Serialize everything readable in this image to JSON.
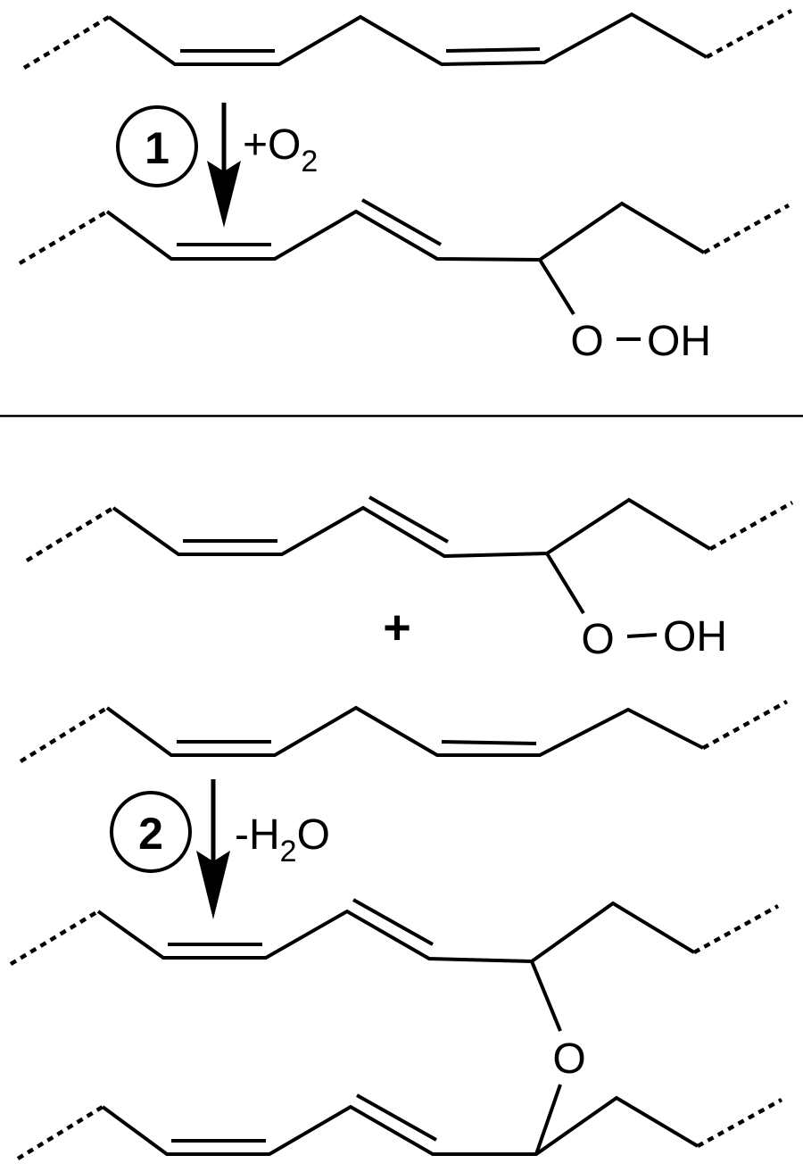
{
  "step1": {
    "number": "1",
    "reagent": {
      "sign": "+",
      "element": "O",
      "count": "2"
    }
  },
  "step2": {
    "number": "2",
    "reagent": {
      "sign": "-",
      "element": "H",
      "count": "2",
      "element2": "O"
    }
  },
  "hydroperoxide": {
    "label_o": "O",
    "label_oh": "OH"
  },
  "plus_sign": "+",
  "ether_oxygen": "O"
}
